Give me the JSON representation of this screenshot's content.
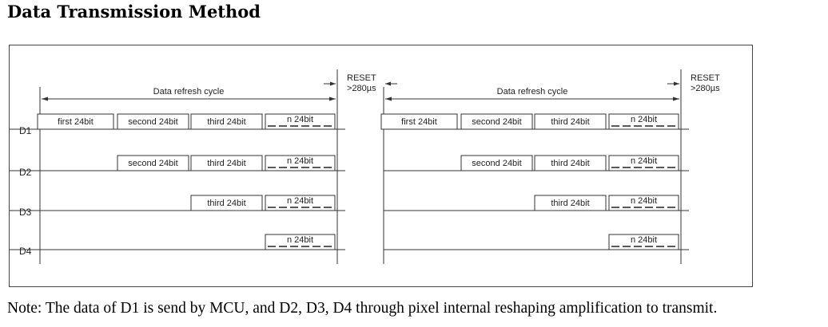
{
  "title": "Data Transmission Method",
  "note": "Note: The data of D1 is send by MCU, and D2, D3, D4 through pixel internal reshaping amplification to transmit.",
  "diagram": {
    "cycle_label": "Data refresh cycle",
    "reset_label": "RESET",
    "reset_time": ">280µs",
    "lines": [
      "D1",
      "D2",
      "D3",
      "D4"
    ],
    "frames": [
      {
        "rows": [
          [
            "first 24bit",
            "second 24bit",
            "third 24bit",
            "n 24bit"
          ],
          [
            "second 24bit",
            "third 24bit",
            "n 24bit"
          ],
          [
            "third 24bit",
            "n 24bit"
          ],
          [
            "n 24bit"
          ]
        ]
      },
      {
        "rows": [
          [
            "first 24bit",
            "second 24bit",
            "third 24bit",
            "n 24bit"
          ],
          [
            "second 24bit",
            "third 24bit",
            "n 24bit"
          ],
          [
            "third 24bit",
            "n 24bit"
          ],
          [
            "n 24bit"
          ]
        ]
      }
    ]
  }
}
